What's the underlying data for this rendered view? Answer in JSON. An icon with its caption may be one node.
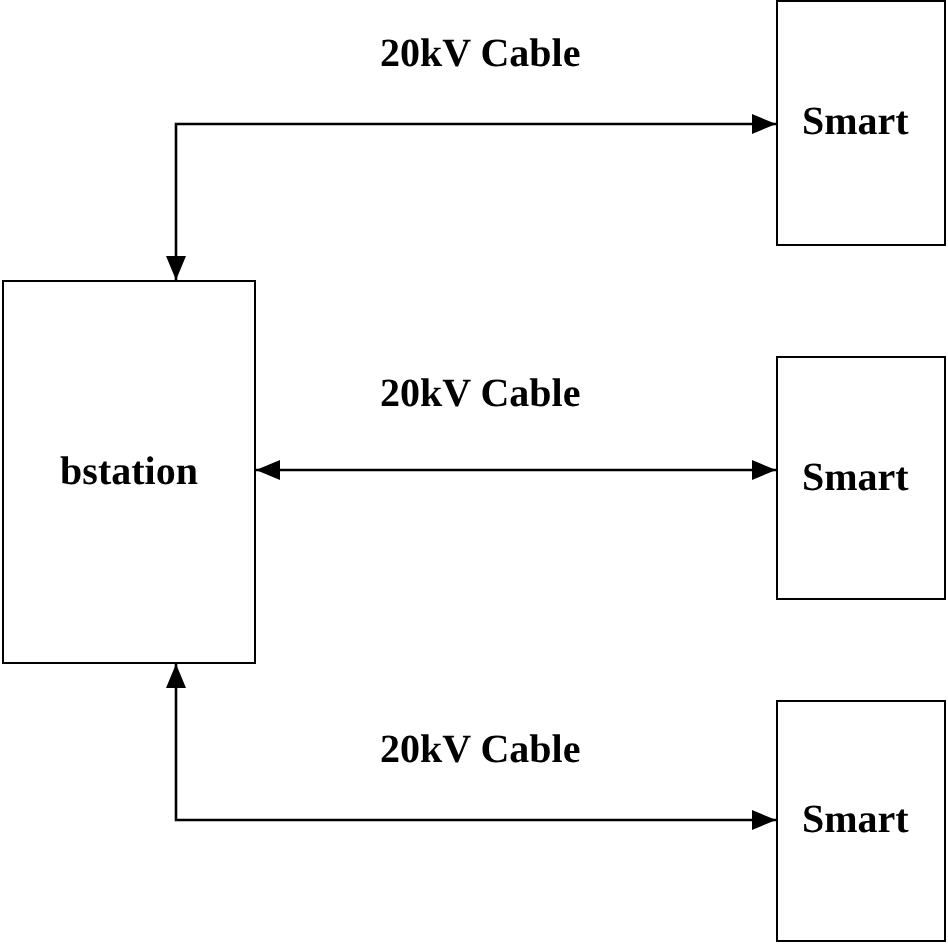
{
  "diagram": {
    "nodes": [
      {
        "text": [
          "bstation"
        ]
      },
      {
        "text": [
          "Smart"
        ]
      },
      {
        "text": [
          "Smart"
        ]
      },
      {
        "text": [
          "Smart"
        ]
      }
    ],
    "edges": [
      {
        "from": 0,
        "to": 1,
        "arrow": "both",
        "label": "20kV Cable"
      },
      {
        "from": 0,
        "to": 2,
        "arrow": "both",
        "label": "20kV Cable"
      },
      {
        "from": 0,
        "to": 3,
        "arrow": "both",
        "label": "20kV Cable"
      }
    ]
  }
}
